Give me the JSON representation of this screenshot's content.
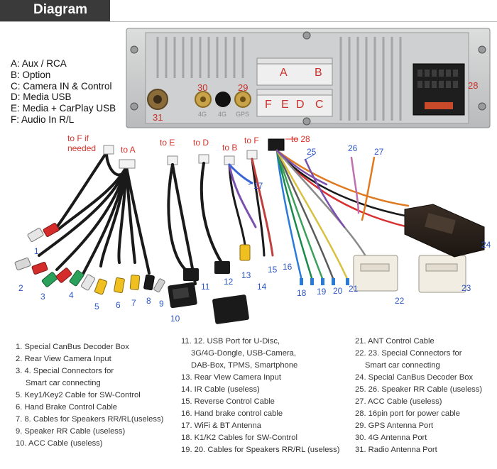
{
  "header": {
    "title": "Diagram"
  },
  "legend": [
    "A: Aux / RCA",
    "B: Option",
    "C: Camera IN & Control",
    "D: Media USB",
    "E: Media + CarPlay USB",
    "F: Audio In R/L"
  ],
  "panel": {
    "port_a": "A",
    "port_b": "B",
    "port_c": "C",
    "port_d": "D",
    "port_e": "E",
    "port_f": "F",
    "n28": "28",
    "n29": "29",
    "n30": "30",
    "n31": "31",
    "small_left": "4G",
    "small_mid": "4G",
    "small_right": "GPS"
  },
  "captions_red": {
    "to_f_if": "to F if",
    "needed": "needed",
    "to_a": "to A",
    "to_e": "to E",
    "to_d": "to D",
    "to_b": "to B",
    "to_f": "to F",
    "to_28": "to 28"
  },
  "callouts": [
    "1",
    "2",
    "3",
    "4",
    "5",
    "6",
    "7",
    "8",
    "9",
    "10",
    "11",
    "12",
    "13",
    "14",
    "15",
    "16",
    "17",
    "18",
    "19",
    "20",
    "21",
    "22",
    "23",
    "24",
    "25",
    "26",
    "27"
  ],
  "descriptions": {
    "col1": [
      {
        "text": "1. Special CanBus Decoder Box",
        "indent": false
      },
      {
        "text": "2. Rear View Camera Input",
        "indent": false
      },
      {
        "text": "3. 4. Special Connectors for",
        "indent": false
      },
      {
        "text": "Smart car connecting",
        "indent": true
      },
      {
        "text": "5. Key1/Key2 Cable for SW-Control",
        "indent": false
      },
      {
        "text": "6. Hand Brake Control Cable",
        "indent": false
      },
      {
        "text": "7. 8. Cables for Speakers RR/RL(useless)",
        "indent": false
      },
      {
        "text": "9. Speaker RR Cable (useless)",
        "indent": false
      },
      {
        "text": "10. ACC Cable (useless)",
        "indent": false
      }
    ],
    "col2": [
      {
        "text": "11. 12. USB Port for U-Disc,",
        "indent": false
      },
      {
        "text": "3G/4G-Dongle,  USB-Camera,",
        "indent": true
      },
      {
        "text": "DAB-Box, TPMS, Smartphone",
        "indent": true
      },
      {
        "text": "13. Rear View Camera Input",
        "indent": false
      },
      {
        "text": "14. IR Cable (useless)",
        "indent": false
      },
      {
        "text": "15. Reverse Control Cable",
        "indent": false
      },
      {
        "text": "16. Hand brake control cable",
        "indent": false
      },
      {
        "text": "17. WiFi & BT Antenna",
        "indent": false
      },
      {
        "text": "18. K1/K2 Cables for SW-Control",
        "indent": false
      },
      {
        "text": "19. 20. Cables for Speakers RR/RL (useless)",
        "indent": false
      }
    ],
    "col3": [
      {
        "text": "21. ANT Control Cable",
        "indent": false
      },
      {
        "text": "22. 23. Special Connectors for",
        "indent": false
      },
      {
        "text": "Smart car connecting",
        "indent": true
      },
      {
        "text": "24. Special CanBus Decoder Box",
        "indent": false
      },
      {
        "text": "25. 26. Speaker RR Cable (useless)",
        "indent": false
      },
      {
        "text": "27. ACC Cable (useless)",
        "indent": false
      },
      {
        "text": "28. 16pin port for power cable",
        "indent": false
      },
      {
        "text": "29. GPS Antenna Port",
        "indent": false
      },
      {
        "text": "30. 4G Antenna Port",
        "indent": false
      },
      {
        "text": "31. Radio Antenna Port",
        "indent": false
      }
    ]
  },
  "colors": {
    "header_bg": "#3a3a3a",
    "label_red": "#d8322b",
    "label_blue": "#2b56c6",
    "panel_silver": "#c9cacb"
  }
}
